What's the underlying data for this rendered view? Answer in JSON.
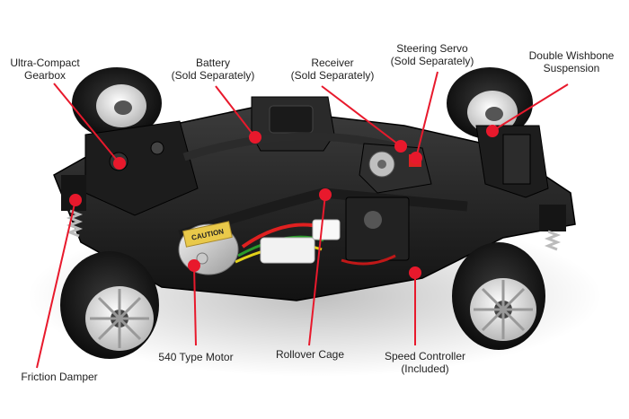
{
  "figure": {
    "subject": "rc-car-chassis-photo",
    "pointer_color": "#e8192c",
    "labels": [
      {
        "id": "ultra-compact-gearbox",
        "lines": [
          "Ultra-Compact",
          "Gearbox"
        ]
      },
      {
        "id": "battery",
        "lines": [
          "Battery",
          "(Sold Separately)"
        ]
      },
      {
        "id": "receiver",
        "lines": [
          "Receiver",
          "(Sold Separately)"
        ]
      },
      {
        "id": "steering-servo",
        "lines": [
          "Steering Servo",
          "(Sold Separately)"
        ]
      },
      {
        "id": "double-wishbone-suspension",
        "lines": [
          "Double Wishbone",
          "Suspension"
        ]
      },
      {
        "id": "friction-damper",
        "lines": [
          "Friction Damper"
        ]
      },
      {
        "id": "540-type-motor",
        "lines": [
          "540 Type Motor"
        ]
      },
      {
        "id": "rollover-cage",
        "lines": [
          "Rollover Cage"
        ]
      },
      {
        "id": "speed-controller",
        "lines": [
          "Speed Controller",
          "(Included)"
        ]
      }
    ],
    "motor_sticker_text": "CAUTION"
  }
}
